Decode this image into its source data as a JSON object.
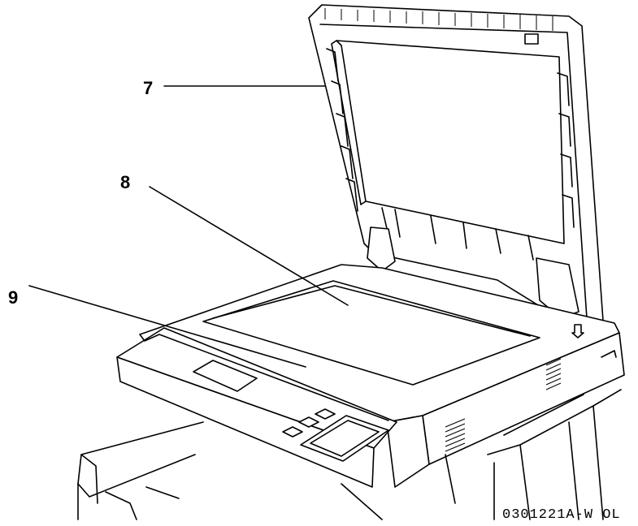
{
  "callouts": [
    {
      "id": "callout-7",
      "label": "7"
    },
    {
      "id": "callout-8",
      "label": "8"
    },
    {
      "id": "callout-9",
      "label": "9"
    }
  ],
  "figure_code": "0301221A-W OL"
}
